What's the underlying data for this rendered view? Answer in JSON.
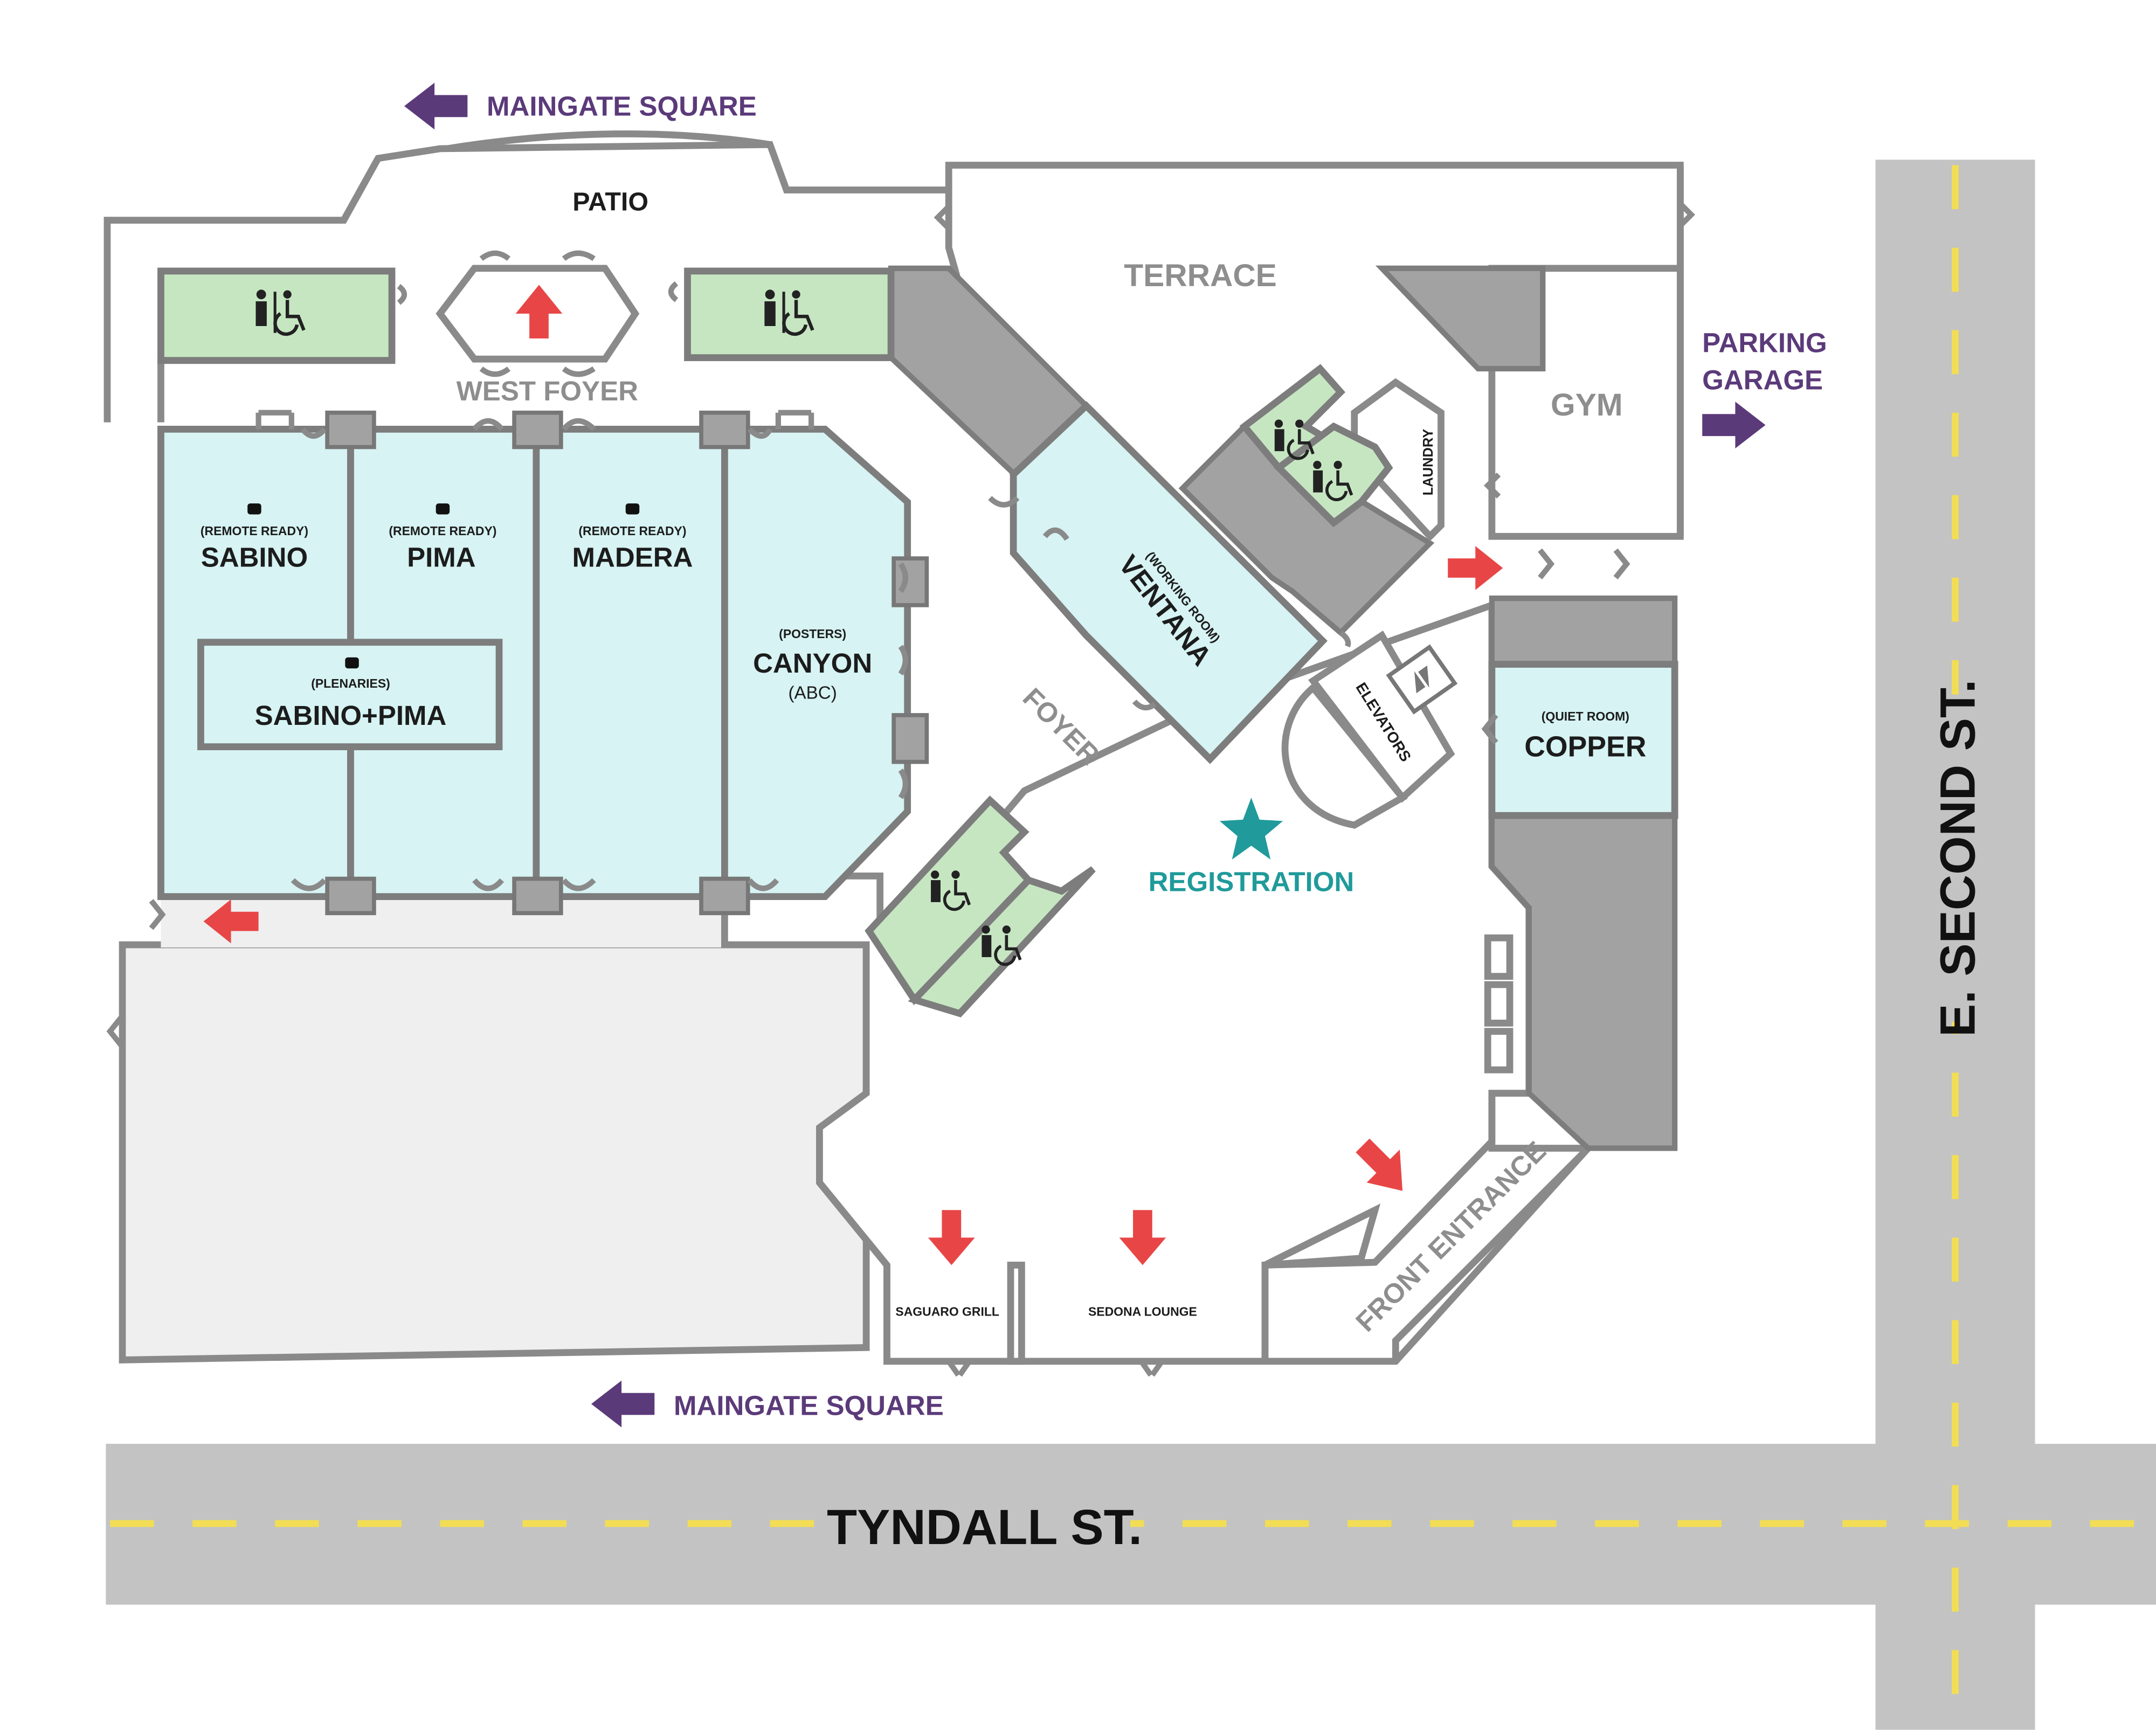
{
  "colors": {
    "road": "#c3c3c3",
    "lane_dash": "#f2dd55",
    "meeting_room": "#d7f3f3",
    "restroom": "#c6e6c2",
    "service": "#a2a2a2",
    "lot": "#efefef",
    "nav_arrow": "#5b3a7a",
    "exit_arrow": "#e84646",
    "registration": "#209a9a"
  },
  "icons": {
    "restroom": "restroom-accessible-icon",
    "camera": "video-camera-icon",
    "elevator": "elevator-icon",
    "registration": "star-icon",
    "exit": "red-arrow-icon",
    "direction": "purple-arrow-icon"
  },
  "streets": {
    "tyndall": "TYNDALL ST.",
    "second": "E. SECOND ST."
  },
  "directions": {
    "maingate_top": "MAINGATE SQUARE",
    "maingate_bottom": "MAINGATE SQUARE",
    "parking_line1": "PARKING",
    "parking_line2": "GARAGE"
  },
  "areas": {
    "patio": "PATIO",
    "terrace": "TERRACE",
    "west_foyer": "WEST FOYER",
    "foyer": "FOYER",
    "gym": "GYM",
    "laundry": "LAUNDRY",
    "elevators": "ELEVATORS",
    "registration": "REGISTRATION",
    "front_entrance": "FRONT ENTRANCE",
    "saguaro_grill": "SAGUARO GRILL",
    "sedona_lounge": "SEDONA LOUNGE"
  },
  "rooms": {
    "sabino": {
      "note": "(REMOTE READY)",
      "name": "SABINO"
    },
    "pima": {
      "note": "(REMOTE READY)",
      "name": "PIMA"
    },
    "madera": {
      "note": "(REMOTE READY)",
      "name": "MADERA"
    },
    "sabino_pima": {
      "note": "(PLENARIES)",
      "name": "SABINO+PIMA"
    },
    "canyon": {
      "note": "(POSTERS)",
      "name": "CANYON",
      "sub": "(ABC)"
    },
    "ventana": {
      "note": "(WORKING ROOM)",
      "name": "VENTANA"
    },
    "copper": {
      "note": "(QUIET ROOM)",
      "name": "COPPER"
    }
  }
}
